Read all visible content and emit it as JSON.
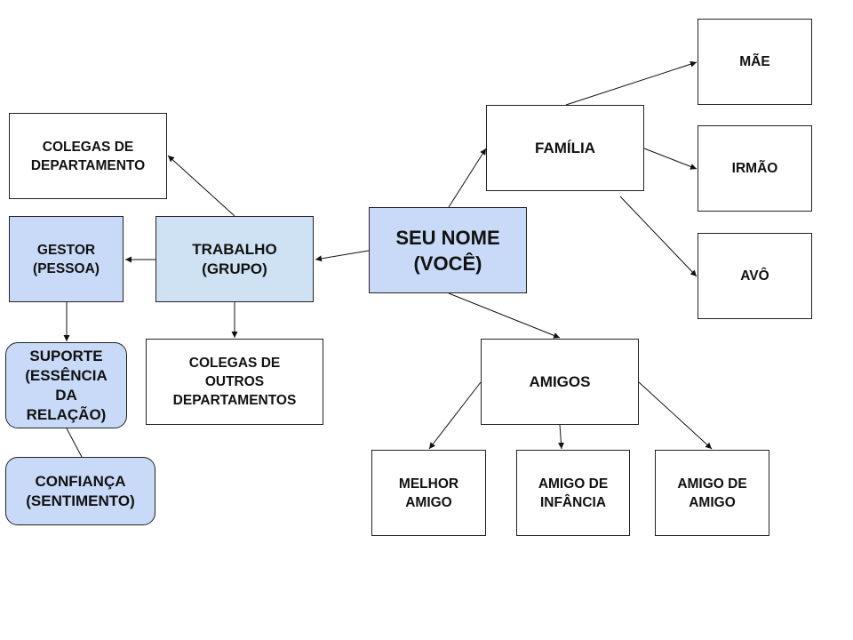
{
  "nodes": {
    "center": "SEU NOME\n(VOCÊ)",
    "trabalho": "TRABALHO\n(GRUPO)",
    "gestor": "GESTOR\n(PESSOA)",
    "colegas_departamento": "COLEGAS DE\nDEPARTAMENTO",
    "colegas_outros": "COLEGAS DE\nOUTROS\nDEPARTAMENTOS",
    "suporte": "SUPORTE\n(ESSÊNCIA\nDA\nRELAÇÃO)",
    "confianca": "CONFIANÇA\n(SENTIMENTO)",
    "familia": "FAMÍLIA",
    "mae": "MÃE",
    "irmao": "IRMÃO",
    "avo": "AVÔ",
    "amigos": "AMIGOS",
    "melhor_amigo": "MELHOR\nAMIGO",
    "amigo_infancia": "AMIGO DE\nINFÂNCIA",
    "amigo_de_amigo": "AMIGO DE\nAMIGO"
  },
  "colors": {
    "node_blue": "#c9daf8",
    "node_light_blue": "#cfe2f3",
    "border": "#222222",
    "edge": "#111111"
  }
}
